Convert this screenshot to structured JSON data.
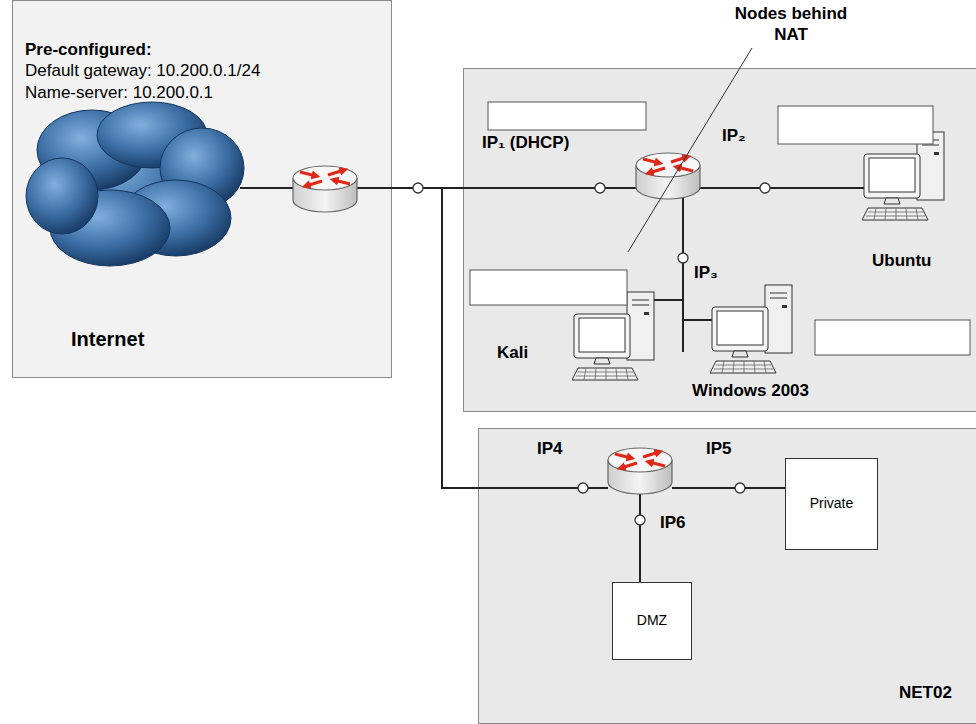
{
  "diagram": {
    "nodes": [
      {
        "text": [
          "Pre-configured:",
          "Default gateway: 10.200.0.1/24",
          "Name-server: 10.200.0.1",
          "Internet"
        ]
      },
      {
        "text": [
          "Nodes behind NAT"
        ]
      },
      {
        "text": [
          "Ubuntu"
        ],
        "in": 1
      },
      {
        "text": [
          "Kali"
        ],
        "in": 1
      },
      {
        "text": [
          "Windows 2003"
        ],
        "in": 1
      },
      {
        "text": [
          "NET02"
        ]
      },
      {
        "text": [
          "Private"
        ],
        "in": 5
      },
      {
        "text": [
          "DMZ"
        ],
        "in": 5
      }
    ],
    "edges": [
      {
        "from": 0,
        "to": 1,
        "arrow": "none"
      },
      {
        "from": 0,
        "to": 5,
        "arrow": "none"
      }
    ],
    "labels": [
      "IP₁ (DHCP)",
      "IP₂",
      "IP₃",
      "IP4",
      "IP5",
      "IP6"
    ]
  }
}
